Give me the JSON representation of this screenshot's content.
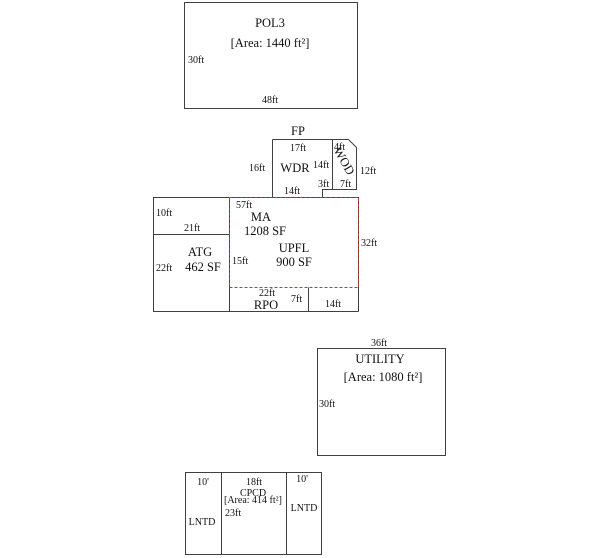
{
  "sketch": {
    "pol3": {
      "name": "POL3",
      "area": "[Area: 1440 ft²]",
      "dim_side": "30ft",
      "dim_bottom": "48ft"
    },
    "fp": {
      "label": "FP"
    },
    "wdr": {
      "name": "WDR",
      "dim_top": "17ft",
      "dim_left": "16ft",
      "dim_right": "14ft",
      "dim_bottom": "14ft"
    },
    "wod": {
      "name": "WOD",
      "dim_top": "4ft",
      "dim_right": "12ft",
      "dim_bottom_left": "3ft",
      "dim_bottom": "7ft"
    },
    "ma": {
      "name": "MA",
      "area": "1208 SF",
      "dim_top": "57ft",
      "dim_right": "32ft"
    },
    "upfl": {
      "name": "UPFL",
      "area": "900 SF",
      "dim_left": "15ft"
    },
    "atg": {
      "name": "ATG",
      "area": "462 SF",
      "dim_top_left": "10ft",
      "dim_top": "21ft",
      "dim_left": "22ft"
    },
    "rpo": {
      "name": "RPO",
      "dim_top": "22ft",
      "dim_right": "7ft",
      "dim_extra": "14ft"
    },
    "utility": {
      "name": "UTILITY",
      "area": "[Area: 1080 ft²]",
      "dim_top": "36ft",
      "dim_side": "30ft"
    },
    "cpcd": {
      "name": "CPCD",
      "area": "[Area: 414 ft²]",
      "dim_top": "18ft",
      "dim_side": "23ft"
    },
    "lntd_left": {
      "name": "LNTD",
      "dim_top": "10'"
    },
    "lntd_right": {
      "name": "LNTD",
      "dim_top": "10'"
    },
    "colors": {
      "wall": "#404040",
      "upper_floor_dashed": "#c0392b"
    }
  }
}
